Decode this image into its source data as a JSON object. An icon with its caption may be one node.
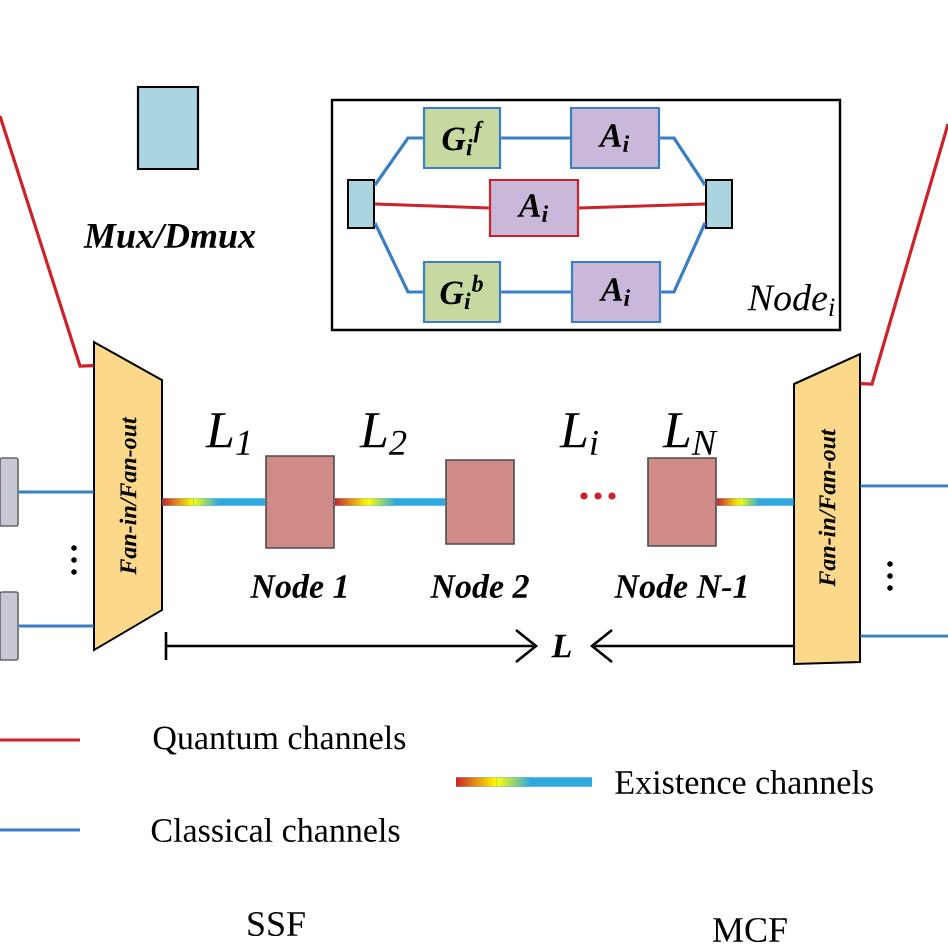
{
  "diagram": {
    "nodes": [
      {
        "text": [
          "Mux/Dmux"
        ]
      },
      {
        "text": [
          "Node$_{i}$"
        ]
      },
      {
        "text": [],
        "shape": "box",
        "in": 1
      },
      {
        "text": [
          "G$_{i}$$^{f}$"
        ],
        "in": 1
      },
      {
        "text": [
          "A$_{i}$"
        ],
        "in": 1
      },
      {
        "text": [
          "A$_{i}$"
        ],
        "in": 1
      },
      {
        "text": [
          "G$_{i}$$^{b}$"
        ],
        "in": 1
      },
      {
        "text": [
          "A$_{i}$"
        ],
        "in": 1
      },
      {
        "text": [],
        "shape": "box",
        "in": 1
      },
      {
        "text": [
          "Fan-in/Fan-out"
        ]
      },
      {
        "text": [
          "Node 1"
        ]
      },
      {
        "text": [
          "Node 2"
        ]
      },
      {
        "text": [
          "Node N-1"
        ]
      },
      {
        "text": [
          "Fan-in/Fan-out"
        ]
      },
      {
        "text": [],
        "shape": "box"
      },
      {
        "text": [],
        "shape": "box"
      }
    ],
    "edges": [
      {
        "from": null,
        "to": 9,
        "arrow": "none",
        "color": "#cc2229"
      },
      {
        "from": 13,
        "to": null,
        "arrow": "none",
        "color": "#cc2229"
      },
      {
        "from": 14,
        "to": 9,
        "arrow": "none",
        "color": "#3a7fc4"
      },
      {
        "from": 15,
        "to": 9,
        "arrow": "none",
        "color": "#3a7fc4"
      },
      {
        "from": 13,
        "to": null,
        "arrow": "none",
        "color": "#3a7fc4"
      },
      {
        "from": 13,
        "to": null,
        "arrow": "none",
        "color": "#3a7fc4"
      },
      {
        "from": 9,
        "to": 10,
        "arrow": "none",
        "style": "thick"
      },
      {
        "from": 10,
        "to": 11,
        "arrow": "none",
        "style": "thick"
      },
      {
        "from": 12,
        "to": 13,
        "arrow": "none",
        "style": "thick"
      },
      {
        "from": 2,
        "to": 3,
        "arrow": "none",
        "color": "#3a7fc4"
      },
      {
        "from": 3,
        "to": 4,
        "arrow": "none",
        "color": "#3a7fc4"
      },
      {
        "from": 4,
        "to": 8,
        "arrow": "none",
        "color": "#3a7fc4"
      },
      {
        "from": 2,
        "to": 5,
        "arrow": "none",
        "color": "#cc2229"
      },
      {
        "from": 5,
        "to": 8,
        "arrow": "none",
        "color": "#cc2229"
      },
      {
        "from": 2,
        "to": 6,
        "arrow": "none",
        "color": "#3a7fc4"
      },
      {
        "from": 6,
        "to": 7,
        "arrow": "none",
        "color": "#3a7fc4"
      },
      {
        "from": 7,
        "to": 8,
        "arrow": "none",
        "color": "#3a7fc4"
      }
    ],
    "labels": [
      "L$_{1}$",
      "L$_{2}$",
      "L$_{i}$",
      "L$_{N}$",
      "L",
      "SSF",
      "MCF"
    ],
    "legend": [
      {
        "text": "Quantum channels"
      },
      {
        "text": "Classical channels"
      },
      {
        "text": "Existence channels"
      }
    ]
  }
}
